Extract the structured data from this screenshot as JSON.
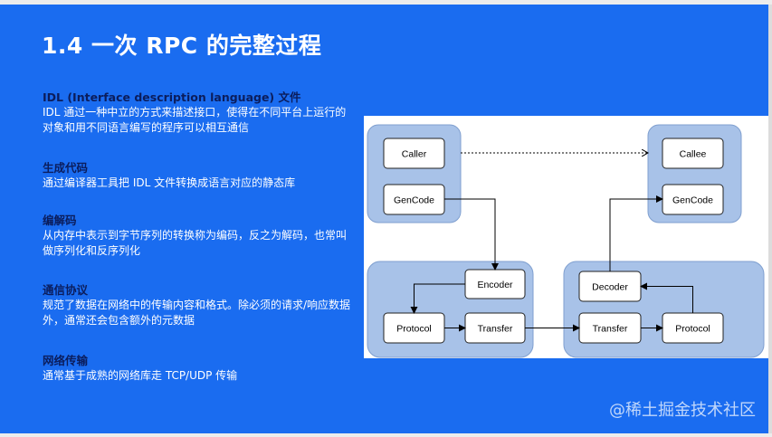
{
  "title": "1.4 一次 RPC 的完整过程",
  "sections": [
    {
      "heading": "IDL (Interface description language) 文件",
      "body": "IDL 通过一种中立的方式来描述接口，使得在不同平台上运行的对象和用不同语言编写的程序可以相互通信"
    },
    {
      "heading": "生成代码",
      "body": "通过编译器工具把 IDL 文件转换成语言对应的静态库"
    },
    {
      "heading": "编解码",
      "body": "从内存中表示到字节序列的转换称为编码，反之为解码，也常叫做序列化和反序列化"
    },
    {
      "heading": "通信协议",
      "body": "规范了数据在网络中的传输内容和格式。除必须的请求/响应数据外，通常还会包含额外的元数据"
    },
    {
      "heading": "网络传输",
      "body": "通常基于成熟的网络库走 TCP/UDP 传输"
    }
  ],
  "diagram": {
    "caller": "Caller",
    "callee": "Callee",
    "gencode_left": "GenCode",
    "gencode_right": "GenCode",
    "encoder": "Encoder",
    "decoder": "Decoder",
    "protocol_left": "Protocol",
    "transfer_left": "Transfer",
    "transfer_right": "Transfer",
    "protocol_right": "Protocol"
  },
  "watermark": "@稀土掘金技术社区",
  "colors": {
    "slide_bg": "#1a6cf0",
    "group_fill": "#a8c2e8",
    "group_stroke": "#7f9fcf",
    "heading": "#0b1d5c"
  }
}
